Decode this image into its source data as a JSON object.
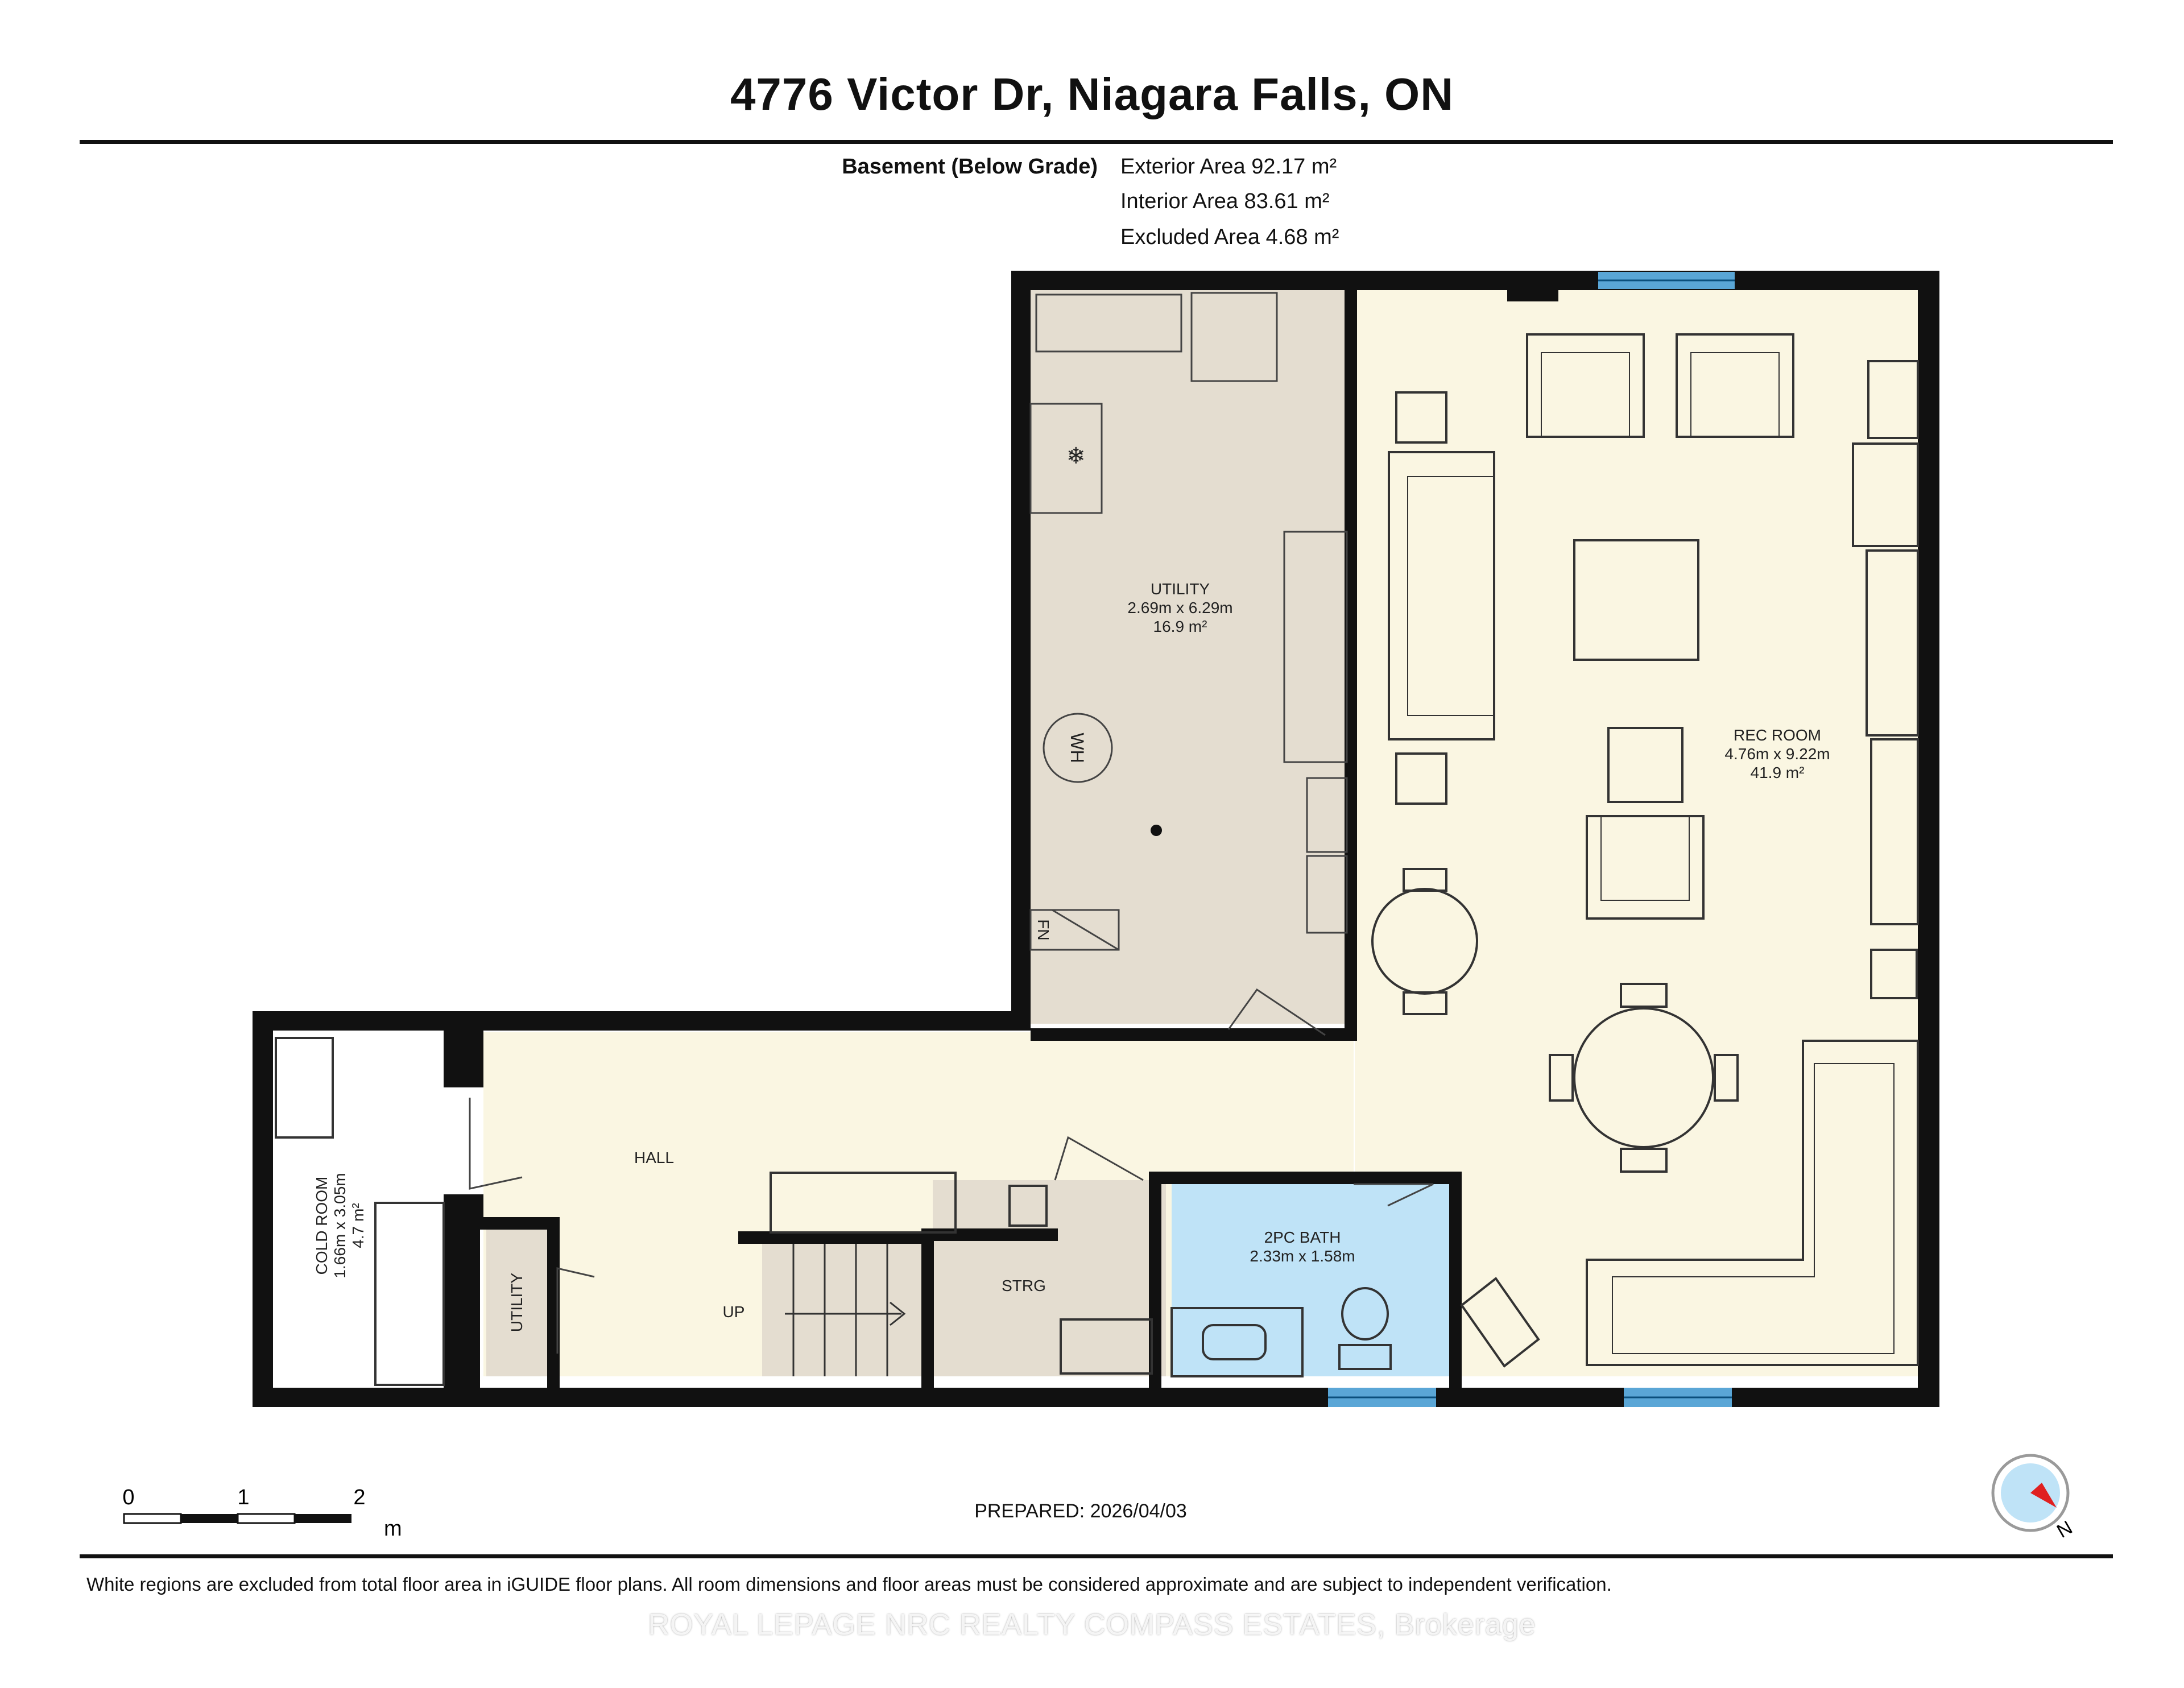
{
  "header": {
    "title": "4776 Victor Dr, Niagara Falls, ON",
    "floor_label": "Basement (Below Grade)",
    "exterior_area": "Exterior Area 92.17 m²",
    "interior_area": "Interior Area 83.61 m²",
    "excluded_area": "Excluded Area 4.68 m²"
  },
  "rooms": {
    "utility": {
      "name": "UTILITY",
      "dims": "2.69m x 6.29m",
      "area": "16.9 m²"
    },
    "rec_room": {
      "name": "REC ROOM",
      "dims": "4.76m x 9.22m",
      "area": "41.9 m²"
    },
    "hall": {
      "name": "HALL"
    },
    "cold_room": {
      "name": "COLD ROOM",
      "dims": "1.66m x 3.05m",
      "area": "4.7 m²"
    },
    "small_utility": {
      "name": "UTILITY"
    },
    "up": {
      "name": "UP"
    },
    "strg": {
      "name": "STRG"
    },
    "bath": {
      "name": "2PC BATH",
      "dims": "2.33m x 1.58m"
    }
  },
  "fixtures": {
    "water_heater": "WH",
    "furnace": "FN"
  },
  "scale": {
    "tick0": "0",
    "tick1": "1",
    "tick2": "2",
    "unit": "m"
  },
  "footer": {
    "prepared": "PREPARED: 2026/04/03",
    "disclaimer": "White regions are excluded from total floor area in iGUIDE floor plans. All room dimensions and floor areas must be considered approximate and are subject to independent verification.",
    "watermark": "ROYAL LEPAGE NRC REALTY COMPASS ESTATES, Brokerage"
  },
  "compass": {
    "label": "N"
  },
  "colors": {
    "wall": "#111111",
    "utility_floor": "#e4ddd0",
    "living_floor": "#faf6e2",
    "bath_floor": "#bfe3f7",
    "window": "#5aa6d6",
    "compass_red": "#e02020"
  }
}
